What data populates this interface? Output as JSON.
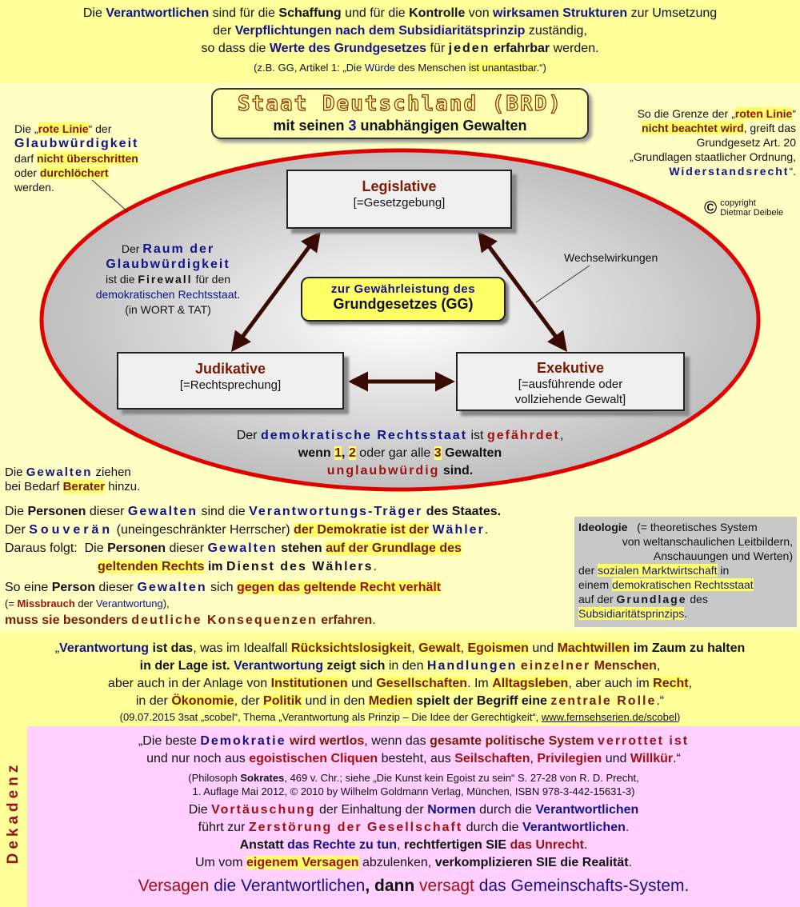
{
  "top": {
    "l1a": "Die",
    "l1b": "Verantwortlichen",
    "l1c": "sind für die",
    "l1d": "Schaffung",
    "l1e": "und für die",
    "l1f": "Kontrolle",
    "l1g": "von",
    "l1h": "wirksamen Strukturen",
    "l1i": "zur Umsetzung",
    "l2a": "der",
    "l2b": "Verpflichtungen nach dem",
    "l2c": "Subsidiaritätsprinzip",
    "l2d": "zuständig,",
    "l3a": "so dass die",
    "l3b": "Werte des Grundgesetzes",
    "l3c": "für",
    "l3d": "jeden",
    "l3e": "erfahrbar",
    "l3f": "werden.",
    "l4a": "(z.B. GG, Artikel 1: „Die",
    "l4b": "Würde",
    "l4c": "des Menschen",
    "l4d": "ist unantastbar",
    "l4e": ".“)"
  },
  "title": {
    "main": "Staat Deutschland (BRD)",
    "sub_a": "mit seinen",
    "sub_num": "3",
    "sub_b": "unabhängigen Gewalten"
  },
  "left_note": {
    "a": "Die „",
    "b": "rote Linie",
    "c": "“ der",
    "d": "Glaubwürdigkeit",
    "e": "darf",
    "f": "nicht überschritten",
    "g": "oder",
    "h": "durchlöchert",
    "i": "werden."
  },
  "right_note": {
    "a": "So die Grenze der „",
    "b": "roten Linie",
    "c": "“",
    "d": "nicht beachtet wird",
    "e": ", greift das",
    "f": "Grundgesetz Art. 20",
    "g": "„Grundlagen staatlicher Ordnung,",
    "h": "Widerstandsrecht",
    "i": "“."
  },
  "copyright": {
    "symbol": "©",
    "l1": "copyright",
    "l2": "Dietmar Deibele"
  },
  "legislative": {
    "title": "Legislative",
    "sub": "[=Gesetzgebung]"
  },
  "judicative": {
    "title": "Judikative",
    "sub": "[=Rechtsprechung]"
  },
  "executive": {
    "title": "Exekutive",
    "sub1": "[=ausführende oder",
    "sub2": "vollziehende Gewalt]"
  },
  "center": {
    "l1": "zur Gewährleistung des",
    "l2": "Grundgesetzes (GG)"
  },
  "firewall": {
    "a": "Der",
    "b": "Raum der",
    "c": "Glaubwürdigkeit",
    "d": "ist die",
    "e": "Firewall",
    "f": "für den",
    "g": "demokratischen Rechtsstaat",
    "h": ".",
    "i": "(in WORT & TAT)"
  },
  "wechsel": "Wechselwirkungen",
  "danger": {
    "a": "Der",
    "b": "demokratische Rechtsstaat",
    "c": "ist",
    "d": "gefährdet",
    "e": ",",
    "f": "wenn",
    "g": "1",
    "h": ",",
    "i": "2",
    "j": "oder gar alle",
    "k": "3",
    "l": "Gewalten",
    "m": "unglaubwürdig",
    "n": "sind."
  },
  "berater": {
    "a": "Die",
    "b": "Gewalten",
    "c": "ziehen",
    "d": "bei Bedarf",
    "e": "Berater",
    "f": "hinzu."
  },
  "persons": {
    "l1a": "Die",
    "l1b": "Personen",
    "l1c": "dieser",
    "l1d": "Gewalten",
    "l1e": "sind die",
    "l1f": "Verantwortungs-Träger",
    "l1g": "des Staates.",
    "l2a": "Der",
    "l2b": "Souverän",
    "l2c": "(uneingeschränkter Herrscher)",
    "l2d": "der Demokratie ist der",
    "l2e": "Wähler",
    "l2f": ".",
    "l3a": "Daraus folgt:",
    "l3b": "Die",
    "l3c": "Personen",
    "l3d": "dieser",
    "l3e": "Gewalten",
    "l3f": "stehen",
    "l3g": "auf der Grundlage des",
    "l4a": "geltenden Rechts",
    "l4b": "im",
    "l4c": "Dienst des Wählers",
    "l4d": ".",
    "l5a": "So eine",
    "l5b": "Person",
    "l5c": "dieser",
    "l5d": "Gewalten",
    "l5e": "sich",
    "l5f": "gegen das geltende Recht verhält",
    "l6a": "(=",
    "l6b": "Missbrauch",
    "l6c": "der",
    "l6d": "Verantwortung",
    "l6e": "),",
    "l7a": "muss sie besonders",
    "l7b": "deutliche Konsequenzen",
    "l7c": "erfahren",
    "l7d": "."
  },
  "ideology": {
    "a": "Ideologie",
    "b": "(= theoretisches System",
    "c": "von weltanschaulichen Leitbildern,",
    "d": "Anschauungen und Werten)",
    "e": "der",
    "f": "sozialen Marktwirtschaft",
    "g": "in",
    "h": "einem",
    "i": "demokratischen Rechtsstaat",
    "j": "auf der",
    "k": "Grundlage",
    "l": "des",
    "m": "Subsidiaritätsprinzips",
    "n": "."
  },
  "quote": {
    "l1a": "„",
    "l1b": "Verantwortung",
    "l1c": "ist das",
    "l1d": ", was im Idealfall",
    "l1e": "Rücksichtslosigkeit",
    "l1f": ",",
    "l1g": "Gewalt",
    "l1h": ",",
    "l1i": "Egoismen",
    "l1j": "und",
    "l1k": "Machtwillen",
    "l1l": "im Zaum zu halten",
    "l2a": "in der Lage ist.",
    "l2b": "Verantwortung",
    "l2c": "zeigt sich",
    "l2d": "in den",
    "l2e": "Handlungen",
    "l2f": "einzelner",
    "l2g": "Menschen",
    "l2h": ",",
    "l3a": "aber auch in der Anlage von",
    "l3b": "Institutionen",
    "l3c": "und",
    "l3d": "Gesellschaften",
    "l3e": ". Im",
    "l3f": "Alltagsleben",
    "l3g": ", aber auch im",
    "l3h": "Recht",
    "l3i": ",",
    "l4a": "in der",
    "l4b": "Ökonomie",
    "l4c": ", der",
    "l4d": "Politik",
    "l4e": "und in den",
    "l4f": "Medien",
    "l4g": "spielt der Begriff eine",
    "l4h": "zentrale Rolle",
    "l4i": ".“",
    "src_a": "(09.07.2015 3sat „scobel“, Thema „Verantwortung als Prinzip – Die Idee der Gerechtigkeit“,",
    "src_link": "www.fernsehserien.de/scobel",
    "src_b": ")"
  },
  "dekadenz": "Dekadenz",
  "bottom": {
    "l1a": "„Die beste",
    "l1b": "Demokratie",
    "l1c": "wird wertlos",
    "l1d": ", wenn das",
    "l1e": "gesamte politische System",
    "l1f": "verrottet ist",
    "l2a": "und nur noch aus",
    "l2b": "egoistischen Cliquen",
    "l2c": "besteht, aus",
    "l2d": "Seilschaften",
    "l2e": ",",
    "l2f": "Privilegien",
    "l2g": "und",
    "l2h": "Willkür",
    "l2i": ".“",
    "src1a": "(Philosoph",
    "src1b": "Sokrates",
    "src1c": ", 469 v. Chr.; siehe „Die Kunst kein Egoist zu sein“ S. 27-28 von R. D. Precht,",
    "src2": "1. Auflage Mai 2012, © 2010 by Wilhelm Goldmann Verlag, München, ISBN 978-3-442-15631-3)",
    "l3a": "Die",
    "l3b": "Vortäuschung",
    "l3c": "der Einhaltung der",
    "l3d": "Normen",
    "l3e": "durch die",
    "l3f": "Verantwortlichen",
    "l4a": "führt zur",
    "l4b": "Zerstörung der Gesellschaft",
    "l4c": "durch die",
    "l4d": "Verantwortlichen",
    "l4e": ".",
    "l5a": "Anstatt",
    "l5b": "das Rechte zu tun",
    "l5c": ",",
    "l5d": "rechtfertigen SIE",
    "l5e": "das Unrecht",
    "l5f": ".",
    "l6a": "Um vom",
    "l6b": "eigenem Versagen",
    "l6c": "abzulenken,",
    "l6d": "verkomplizieren SIE die Realität",
    "l6e": ".",
    "l7a": "Versagen",
    "l7b": "die",
    "l7c": "Verantwortlichen",
    "l7d": ", dann",
    "l7e": "versagt",
    "l7f": "das",
    "l7g": "Gemeinschafts-System",
    "l7h": "."
  },
  "colors": {
    "blue": "#12128a",
    "red": "#a01010",
    "brown": "#7a1a00",
    "yellow": "#ffff9a",
    "pink": "#ffd0ff",
    "grey": "#c8c8c8"
  }
}
